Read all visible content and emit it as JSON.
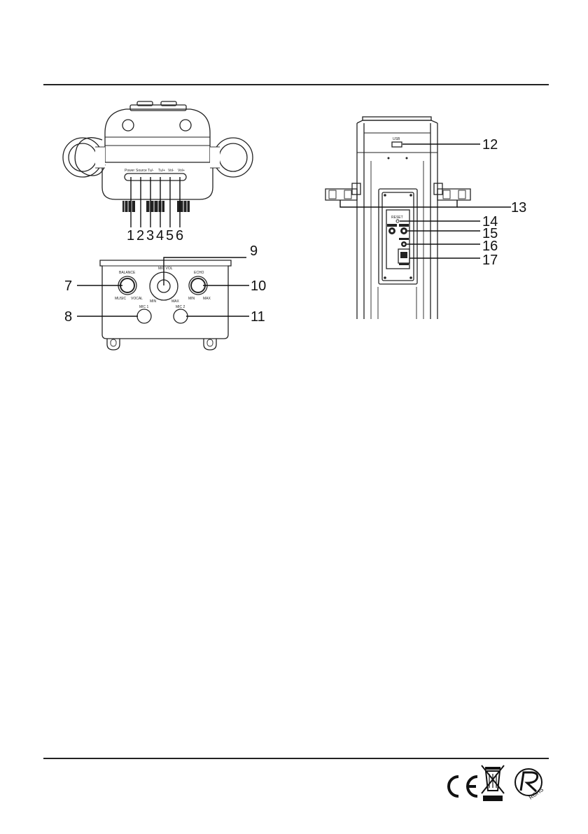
{
  "top_panel": {
    "control_labels": [
      "Power",
      "Source",
      "Tu/-",
      "Tu/+",
      "Vol-",
      "Vol+"
    ],
    "callouts": [
      "1",
      "2",
      "3",
      "4",
      "5",
      "6"
    ]
  },
  "mic_panel": {
    "balance_label": "BALANCE",
    "music_label": "MUSIC",
    "vocal_label": "VOCAL",
    "mic_vol_label": "MIC VOL",
    "min_label": "MIN",
    "max_label": "MAX",
    "echo_label": "ECHO",
    "echo_min_label": "MIN",
    "echo_max_label": "MAX",
    "mic1_label": "MIC 1",
    "mic2_label": "MIC 2",
    "callouts": {
      "balance": "7",
      "mic1": "8",
      "mic_vol": "9",
      "echo": "10",
      "mic2": "11"
    }
  },
  "rear_panel": {
    "usb_label": "USB",
    "reset_label": "RESET",
    "callouts": [
      "12",
      "13",
      "14",
      "15",
      "16",
      "17"
    ]
  },
  "marks": {
    "ce": "CE",
    "rohs": "ROHS"
  }
}
